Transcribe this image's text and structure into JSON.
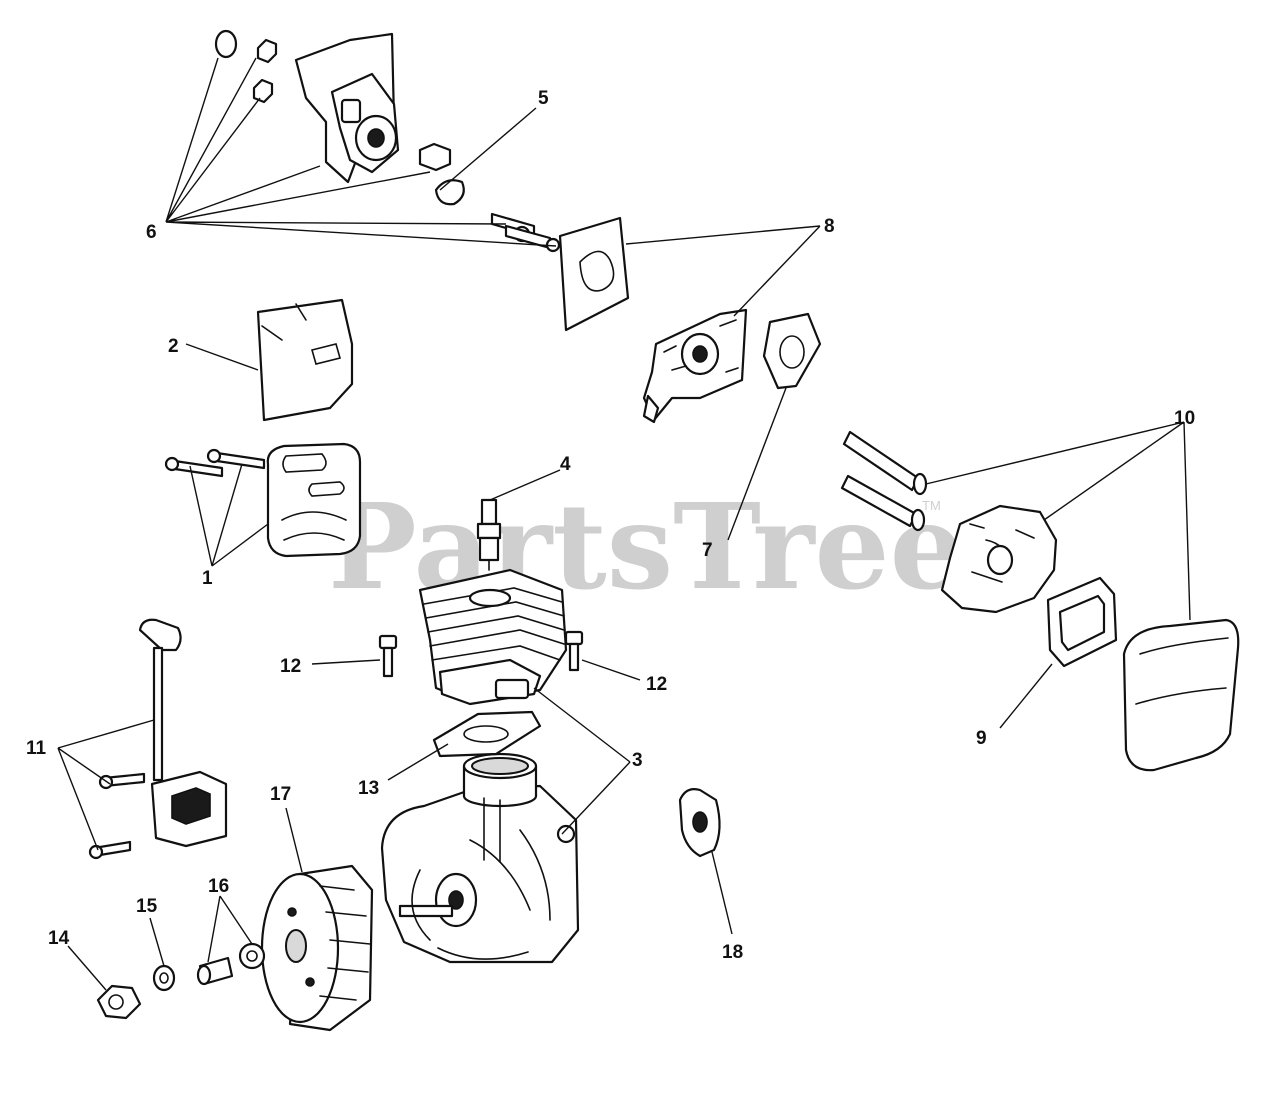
{
  "watermark": {
    "text": "PartsTree",
    "trademark": "TM"
  },
  "callouts": {
    "c1": "1",
    "c2": "2",
    "c3": "3",
    "c4": "4",
    "c5": "5",
    "c6": "6",
    "c7": "7",
    "c8": "8",
    "c9": "9",
    "c10": "10",
    "c11": "11",
    "c12a": "12",
    "c12b": "12",
    "c13": "13",
    "c14": "14",
    "c15": "15",
    "c16": "16",
    "c17": "17",
    "c18": "18"
  },
  "parts": {
    "p1": "muffler-assembly",
    "p2": "heat-shield",
    "p3": "cylinder-crankcase",
    "p4": "spark-plug",
    "p5": "gasket",
    "p6": "fuel-intake-assembly",
    "p7": "intake-gasket",
    "p8": "carburetor",
    "p9": "air-filter",
    "p10": "air-box-assembly",
    "p11": "ignition-coil",
    "p12": "cylinder-screw",
    "p13": "base-gasket",
    "p14": "flywheel-nut",
    "p15": "washer",
    "p16": "spacer",
    "p17": "flywheel",
    "p18": "ignition-module"
  }
}
